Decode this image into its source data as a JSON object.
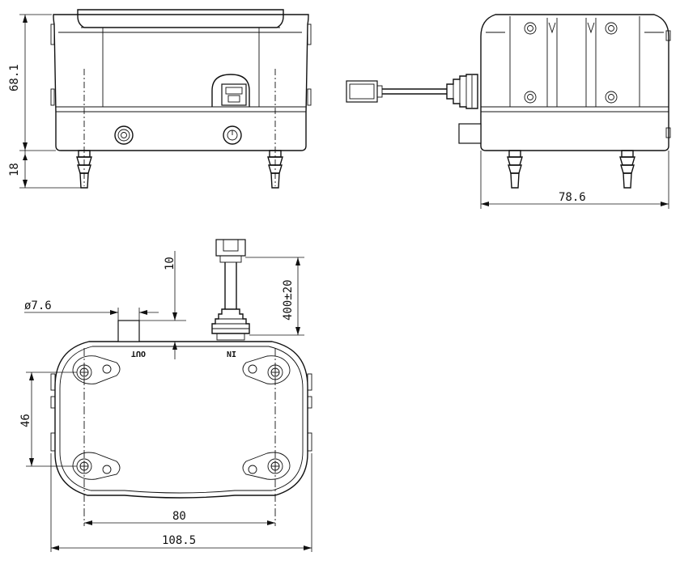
{
  "dimensions": {
    "height_body": "68.1",
    "height_nozzle": "18",
    "depth": "78.6",
    "connector_offset": "10",
    "outlet_diameter": "ø7.6",
    "cable_length": "400±20",
    "mount_spacing_vertical": "46",
    "mount_spacing_horizontal": "80",
    "overall_width": "108.5"
  },
  "port_labels": {
    "outlet": "OUT",
    "inlet": "IN"
  }
}
